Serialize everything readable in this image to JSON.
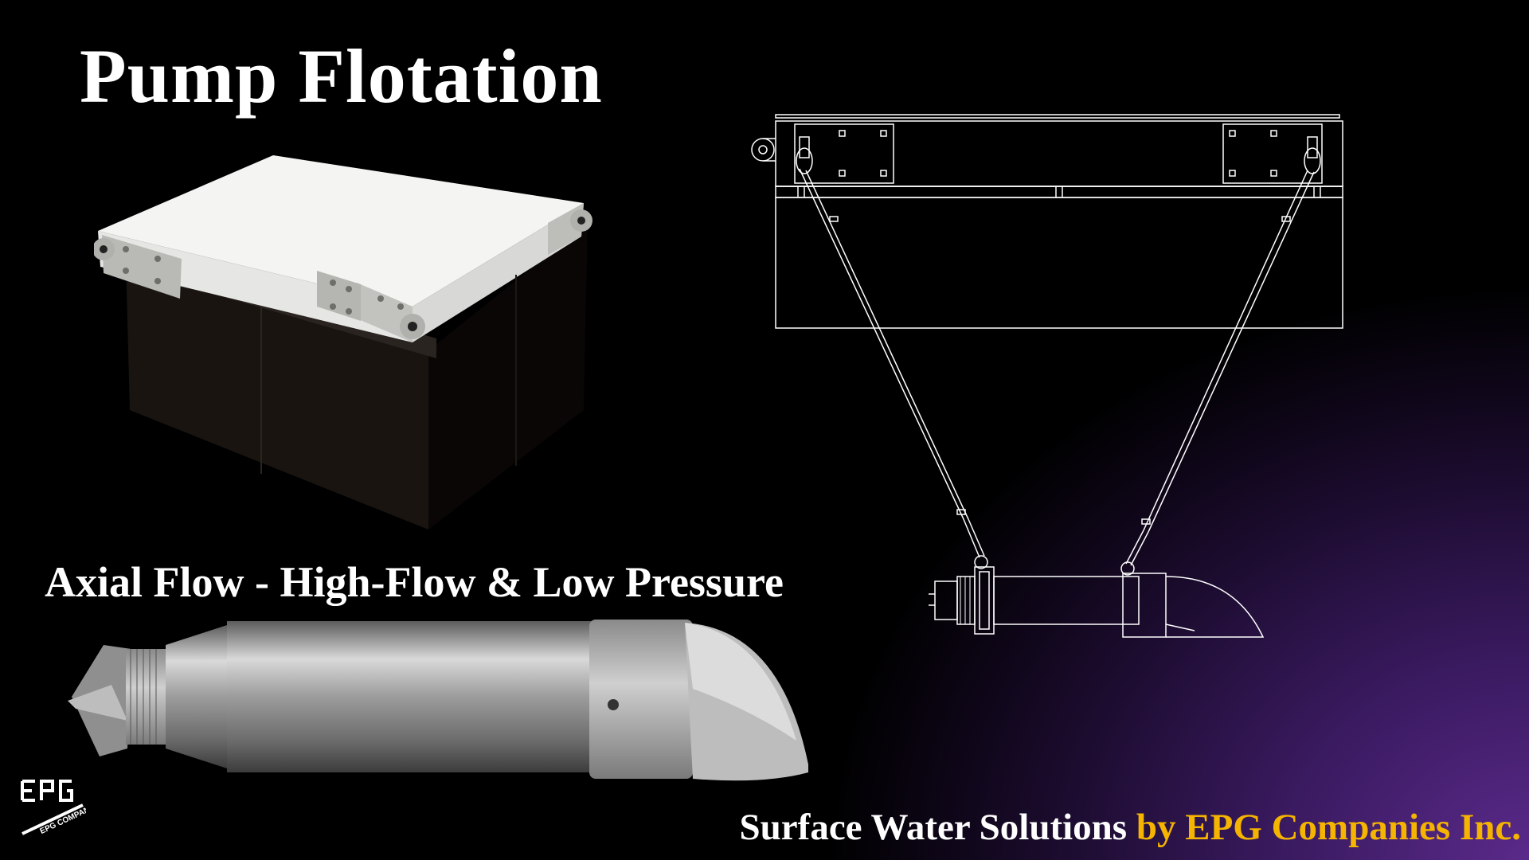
{
  "slide": {
    "title": "Pump Flotation",
    "subtitle": "Axial Flow - High-Flow & Low Pressure",
    "footer_white": "Surface Water Solutions",
    "footer_highlight": "by EPG Companies Inc.",
    "logo_text": "EPG COMPANIES"
  },
  "colors": {
    "title": "#ffffff",
    "highlight": "#f5b400",
    "line_art": "#ffffff",
    "bg_gradient_end": "#5a2a8a"
  }
}
